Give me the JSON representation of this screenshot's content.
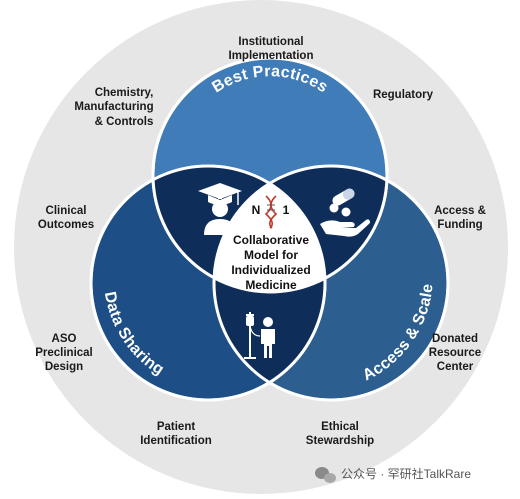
{
  "center": {
    "logo_n": "N",
    "logo_1": "1",
    "lines": [
      "Collaborative",
      "Model for",
      "Individualized",
      "Medicine"
    ]
  },
  "circles": {
    "top": "Best Practices",
    "left": "Data Sharing",
    "right": "Access & Scale"
  },
  "outer_labels": [
    {
      "lines": [
        "Institutional",
        "Implementation"
      ]
    },
    {
      "lines": [
        "Regulatory"
      ]
    },
    {
      "lines": [
        "Chemistry,",
        "Manufacturing",
        "& Controls"
      ]
    },
    {
      "lines": [
        "Clinical",
        "Outcomes"
      ]
    },
    {
      "lines": [
        "Access &",
        "Funding"
      ]
    },
    {
      "lines": [
        "ASO",
        "Preclinical",
        "Design"
      ]
    },
    {
      "lines": [
        "Donated",
        "Resource",
        "Center"
      ]
    },
    {
      "lines": [
        "Patient",
        "Identification"
      ]
    },
    {
      "lines": [
        "Ethical",
        "Stewardship"
      ]
    }
  ],
  "watermark": "公众号 · 罕研社TalkRare",
  "icons": [
    "graduate-icon",
    "hand-with-pills-icon",
    "patient-with-iv-icon",
    "dna-icon",
    "wechat-icon"
  ],
  "colors": {
    "outer_ring": "#e6e6e6",
    "top_circle": "#3f7cb8",
    "left_circle": "#1d4e85",
    "right_circle": "#2c5f90",
    "overlap": "#0f2d59",
    "center": "#ffffff",
    "dna_red": "#c0392b"
  }
}
